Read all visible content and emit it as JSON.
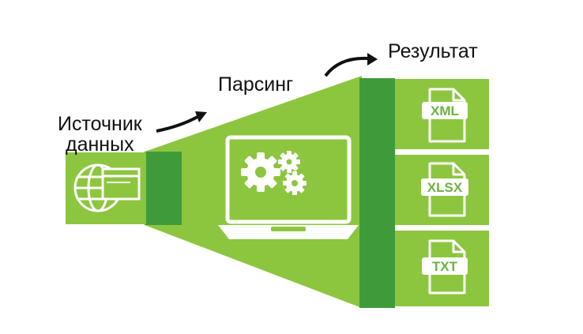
{
  "labels": {
    "source_line1": "Источник",
    "source_line2": "данных",
    "parsing": "Парсинг",
    "result": "Результат"
  },
  "outputs": [
    {
      "format": "XML"
    },
    {
      "format": "XLSX"
    },
    {
      "format": "TXT"
    }
  ],
  "colors": {
    "light_green": "#8cc63f",
    "dark_green": "#3f9b3a",
    "mid_green": "#6db33f",
    "icon_white": "#ffffff",
    "text": "#111111"
  },
  "icons": {
    "source": "globe-browser-icon",
    "parser": "laptop-gears-icon",
    "outputs": "file-document-icon"
  }
}
